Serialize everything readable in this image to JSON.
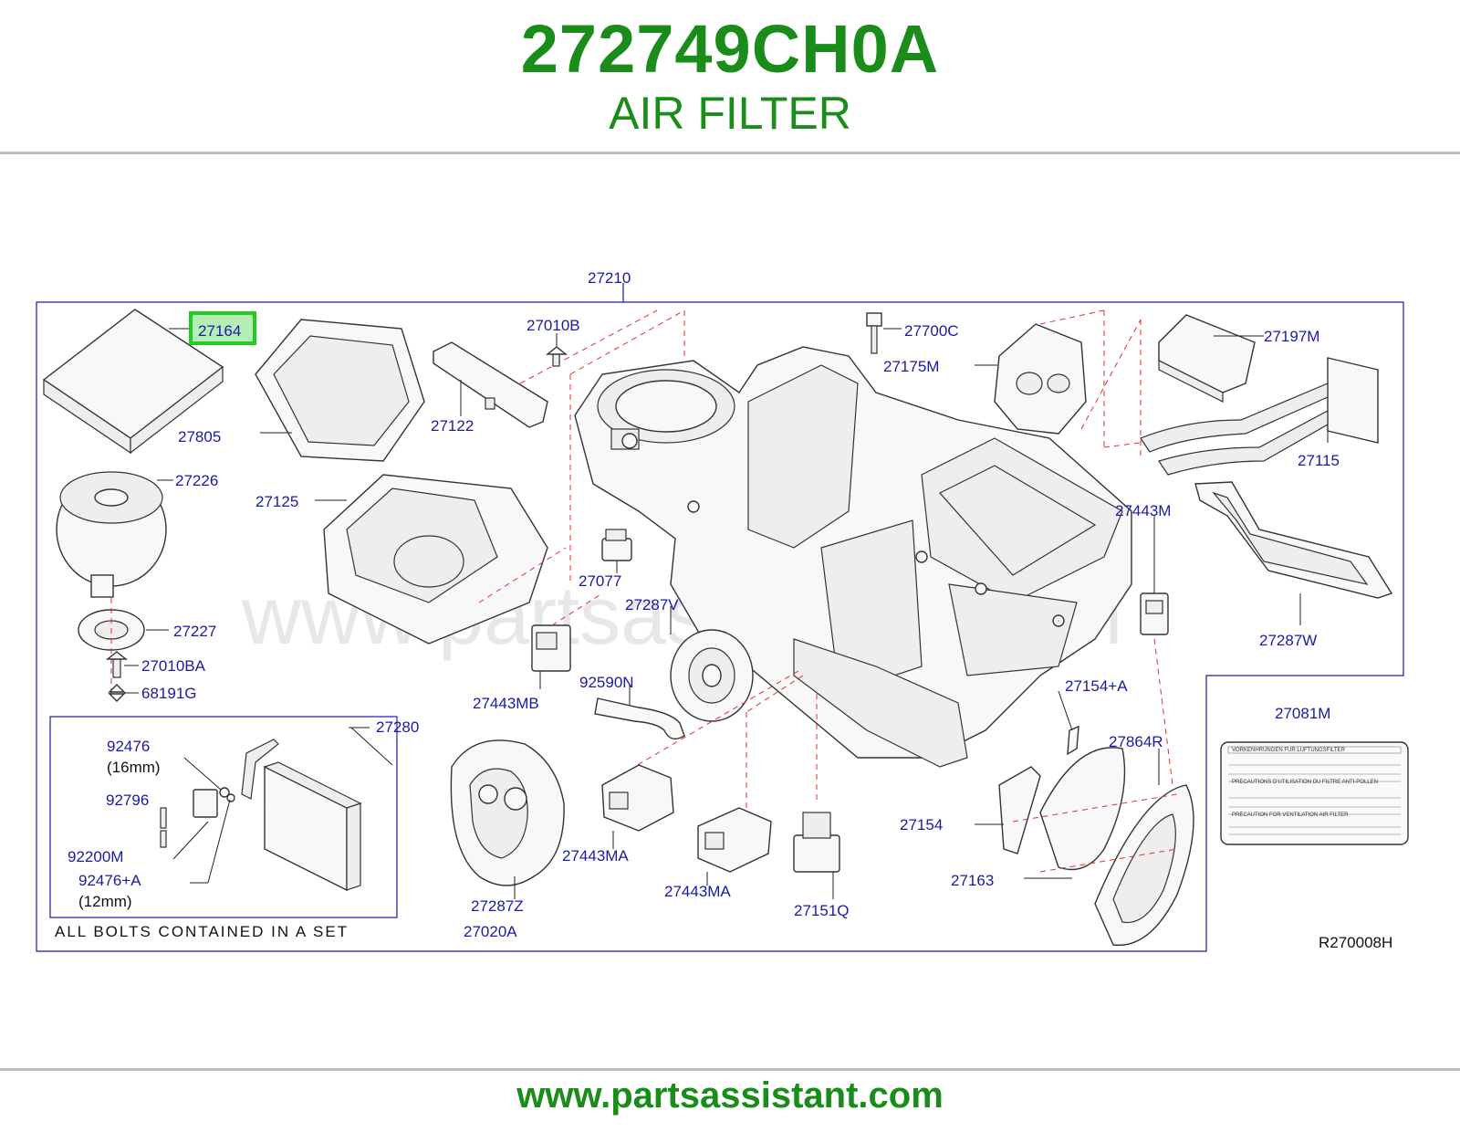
{
  "header": {
    "part_number": "272749CH0A",
    "part_name": "AIR FILTER"
  },
  "diagram": {
    "watermark": "www.partsassistant.com",
    "highlight_color": "#22cc22",
    "label_color": "#1a1aa8",
    "labels": {
      "l27210": "27210",
      "l27164": "27164",
      "l27010B": "27010B",
      "l27700C": "27700C",
      "l27197M": "27197M",
      "l27175M": "27175M",
      "l27805": "27805",
      "l27122": "27122",
      "l27115": "27115",
      "l27226": "27226",
      "l27125": "27125",
      "l27443M": "27443M",
      "l27077": "27077",
      "l27287V": "27287V",
      "l27287W": "27287W",
      "l27227": "27227",
      "l27010BA": "27010BA",
      "l27443MB": "27443MB",
      "l92590N": "92590N",
      "l27154A": "27154+A",
      "l68191G": "68191G",
      "l27280": "27280",
      "l27081M": "27081M",
      "l92476": "92476",
      "l16mm": "(16mm)",
      "l27864R": "27864R",
      "l92796": "92796",
      "l27154": "27154",
      "l27443MA1": "27443MA",
      "l92200M": "92200M",
      "l92476A": "92476+A",
      "l27163": "27163",
      "l12mm": "(12mm)",
      "l27443MA2": "27443MA",
      "l27151Q": "27151Q",
      "l27287Z": "27287Z",
      "l27020A": "27020A",
      "bolts_note": "ALL BOLTS CONTAINED IN A SET",
      "ref_code": "R270008H"
    },
    "warning_label": {
      "line1": "VORKENHRUNGEN FUR LUFTUNGSFILTER",
      "line2": "PRECAUTIONS D'UTILISATION DU FILTRE ANTI-POLLEN",
      "line3": "PRECAUTION FOR VENTILATION AIR FILTER"
    }
  },
  "footer": {
    "url": "www.partsassistant.com"
  }
}
